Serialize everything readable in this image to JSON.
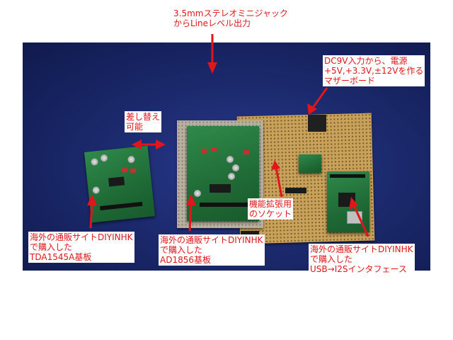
{
  "labels": {
    "top": "3.5mmステレオミニジャック\nからLineレベル出力",
    "motherboard": "DC9V入力から、電源\n+5V,+3.3V,±12Vを作る\nマザーボード",
    "swap": "差し替え\n可能",
    "socket": "機能拡張用\nのソケット",
    "tda": "海外の通販サイトDIYINHK\nで購入した\nTDA1545A基板",
    "ad": "海外の通販サイトDIYINHK\nで購入した\nAD1856基板",
    "usb": "海外の通販サイトDIYINHK\nで購入した\nUSB→I2Sインタフェース"
  },
  "colors": {
    "annotation": "#e0161a",
    "background_cloth": "#1c2a6e",
    "pcb_green": "#2f8a4a"
  }
}
